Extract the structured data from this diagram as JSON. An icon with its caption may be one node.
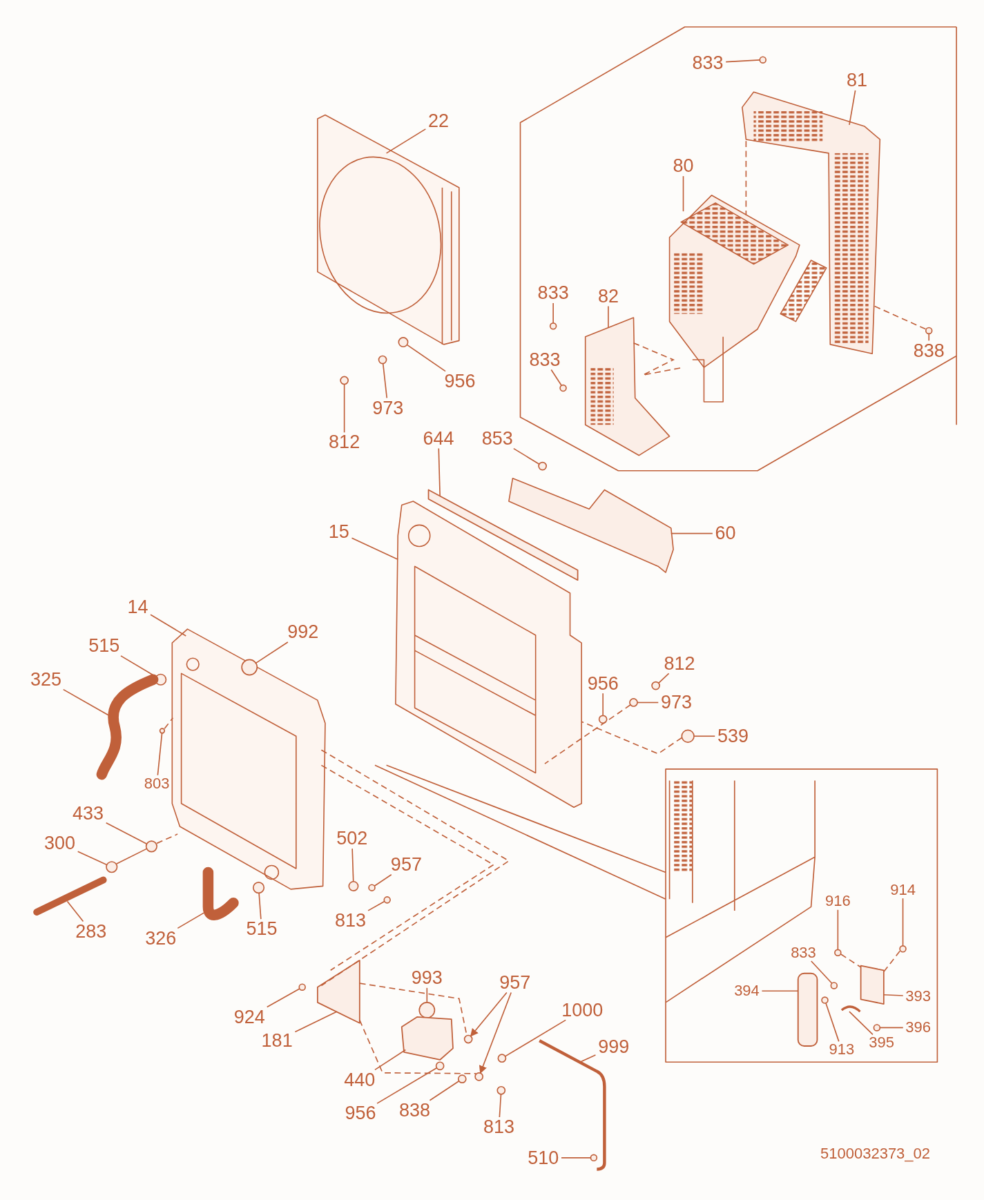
{
  "diagram": {
    "nodes": [
      {
        "text": [
          "833"
        ]
      },
      {
        "text": [
          "81"
        ]
      },
      {
        "text": [
          "80"
        ]
      },
      {
        "text": [
          "833"
        ]
      },
      {
        "text": [
          "82"
        ]
      },
      {
        "text": [
          "833"
        ]
      },
      {
        "text": [
          "838"
        ]
      },
      {
        "text": [
          "22"
        ]
      },
      {
        "text": [
          "956"
        ]
      },
      {
        "text": [
          "973"
        ]
      },
      {
        "text": [
          "812"
        ]
      },
      {
        "text": [
          "644"
        ]
      },
      {
        "text": [
          "853"
        ]
      },
      {
        "text": [
          "60"
        ]
      },
      {
        "text": [
          "15"
        ]
      },
      {
        "text": [
          "14"
        ]
      },
      {
        "text": [
          "992"
        ]
      },
      {
        "text": [
          "515"
        ]
      },
      {
        "text": [
          "325"
        ]
      },
      {
        "text": [
          "803"
        ]
      },
      {
        "text": [
          "956"
        ]
      },
      {
        "text": [
          "812"
        ]
      },
      {
        "text": [
          "973"
        ]
      },
      {
        "text": [
          "539"
        ]
      },
      {
        "text": [
          "433"
        ]
      },
      {
        "text": [
          "300"
        ]
      },
      {
        "text": [
          "502"
        ]
      },
      {
        "text": [
          "957"
        ]
      },
      {
        "text": [
          "813"
        ]
      },
      {
        "text": [
          "283"
        ]
      },
      {
        "text": [
          "326"
        ]
      },
      {
        "text": [
          "515"
        ]
      },
      {
        "text": [
          "993"
        ]
      },
      {
        "text": [
          "957"
        ]
      },
      {
        "text": [
          "1000"
        ]
      },
      {
        "text": [
          "924"
        ]
      },
      {
        "text": [
          "181"
        ]
      },
      {
        "text": [
          "999"
        ]
      },
      {
        "text": [
          "440"
        ]
      },
      {
        "text": [
          "956"
        ]
      },
      {
        "text": [
          "838"
        ]
      },
      {
        "text": [
          "813"
        ]
      },
      {
        "text": [
          "510"
        ]
      },
      {
        "text": [
          "916"
        ]
      },
      {
        "text": [
          "914"
        ]
      },
      {
        "text": [
          "833"
        ]
      },
      {
        "text": [
          "394"
        ]
      },
      {
        "text": [
          "393"
        ]
      },
      {
        "text": [
          "396"
        ]
      },
      {
        "text": [
          "395"
        ]
      },
      {
        "text": [
          "913"
        ]
      },
      {
        "text": [],
        "shape": "circle"
      },
      {
        "text": [],
        "shape": "picture"
      },
      {
        "text": [],
        "shape": "picture"
      },
      {
        "text": [],
        "shape": "circle"
      },
      {
        "text": [],
        "shape": "picture"
      },
      {
        "text": [],
        "shape": "circle"
      },
      {
        "text": [],
        "shape": "circle"
      },
      {
        "text": [],
        "shape": "picture"
      },
      {
        "text": [],
        "shape": "circle"
      },
      {
        "text": [],
        "shape": "circle"
      },
      {
        "text": [],
        "shape": "circle"
      },
      {
        "text": [],
        "shape": "box"
      },
      {
        "text": [],
        "shape": "circle"
      },
      {
        "text": [],
        "shape": "picture"
      },
      {
        "text": [],
        "shape": "picture"
      },
      {
        "text": [],
        "shape": "picture"
      },
      {
        "text": [],
        "shape": "circle",
        "in": 66
      },
      {
        "text": [],
        "shape": "circle"
      },
      {
        "text": [],
        "shape": "picture"
      },
      {
        "text": [],
        "shape": "circle"
      },
      {
        "text": [],
        "shape": "circle"
      },
      {
        "text": [],
        "shape": "circle"
      },
      {
        "text": [],
        "shape": "circle"
      },
      {
        "text": [],
        "shape": "circle"
      },
      {
        "text": [],
        "shape": "circle"
      },
      {
        "text": [],
        "shape": "circle"
      },
      {
        "text": [],
        "shape": "circle"
      },
      {
        "text": [],
        "shape": "circle"
      },
      {
        "text": [],
        "shape": "circle"
      },
      {
        "text": [],
        "shape": "picture"
      },
      {
        "text": [],
        "shape": "picture"
      },
      {
        "text": [],
        "shape": "circle"
      },
      {
        "text": [],
        "shape": "circle"
      },
      {
        "text": [],
        "shape": "circle"
      },
      {
        "text": [],
        "shape": "circle"
      },
      {
        "text": [],
        "shape": "circle"
      },
      {
        "text": [],
        "shape": "circle"
      },
      {
        "text": [],
        "shape": "box"
      },
      {
        "text": [],
        "shape": "picture"
      },
      {
        "text": [],
        "shape": "box"
      },
      {
        "text": [],
        "shape": "circle"
      },
      {
        "text": [],
        "shape": "circle"
      },
      {
        "text": [],
        "shape": "circle"
      },
      {
        "text": [],
        "shape": "circle",
        "in": 89
      },
      {
        "text": [],
        "shape": "circle"
      },
      {
        "text": [],
        "shape": "circle"
      },
      {
        "text": [],
        "shape": "circle"
      },
      {
        "text": [],
        "shape": "cylinder"
      },
      {
        "text": [],
        "shape": "box"
      },
      {
        "text": [],
        "shape": "circle"
      },
      {
        "text": [],
        "shape": "picture"
      },
      {
        "text": [],
        "shape": "circle"
      }
    ],
    "edges": [
      {
        "from": 0,
        "to": 51,
        "arrow": "none"
      },
      {
        "from": 1,
        "to": 52,
        "arrow": "none"
      },
      {
        "from": 2,
        "to": 53,
        "arrow": "none"
      },
      {
        "from": 3,
        "to": 54,
        "arrow": "none"
      },
      {
        "from": 4,
        "to": 55,
        "arrow": "none"
      },
      {
        "from": 5,
        "to": 56,
        "arrow": "none"
      },
      {
        "from": 6,
        "to": 57,
        "arrow": "none"
      },
      {
        "from": 7,
        "to": 58,
        "arrow": "none"
      },
      {
        "from": 8,
        "to": 59,
        "arrow": "none"
      },
      {
        "from": 9,
        "to": 60,
        "arrow": "none"
      },
      {
        "from": 10,
        "to": 61,
        "arrow": "none"
      },
      {
        "from": 11,
        "to": 62,
        "arrow": "none"
      },
      {
        "from": 12,
        "to": 63,
        "arrow": "none"
      },
      {
        "from": 13,
        "to": 64,
        "arrow": "none"
      },
      {
        "from": 14,
        "to": 65,
        "arrow": "none"
      },
      {
        "from": 15,
        "to": 66,
        "arrow": "none"
      },
      {
        "from": 16,
        "to": 67,
        "arrow": "none"
      },
      {
        "from": 17,
        "to": 68,
        "arrow": "none"
      },
      {
        "from": 18,
        "to": 69,
        "arrow": "none"
      },
      {
        "from": 19,
        "to": 70,
        "arrow": "none"
      },
      {
        "from": 20,
        "to": 71,
        "arrow": "none"
      },
      {
        "from": 21,
        "to": 72,
        "arrow": "none"
      },
      {
        "from": 22,
        "to": 73,
        "arrow": "none"
      },
      {
        "from": 23,
        "to": 74,
        "arrow": "none"
      },
      {
        "from": 24,
        "to": 75,
        "arrow": "none"
      },
      {
        "from": 25,
        "to": 76,
        "arrow": "none"
      },
      {
        "from": 26,
        "to": 77,
        "arrow": "none"
      },
      {
        "from": 27,
        "to": 78,
        "arrow": "none"
      },
      {
        "from": 28,
        "to": 79,
        "arrow": "none"
      },
      {
        "from": 29,
        "to": 80,
        "arrow": "none"
      },
      {
        "from": 30,
        "to": 81,
        "arrow": "none"
      },
      {
        "from": 31,
        "to": 82,
        "arrow": "none"
      },
      {
        "from": 32,
        "to": 83,
        "arrow": "none"
      },
      {
        "from": 33,
        "to": 84,
        "arrow": "to"
      },
      {
        "from": 33,
        "to": 85,
        "arrow": "to"
      },
      {
        "from": 34,
        "to": 86,
        "arrow": "none"
      },
      {
        "from": 35,
        "to": 87,
        "arrow": "none"
      },
      {
        "from": 36,
        "to": 88,
        "arrow": "none"
      },
      {
        "from": 37,
        "to": 89,
        "arrow": "none"
      },
      {
        "from": 38,
        "to": 90,
        "arrow": "none"
      },
      {
        "from": 39,
        "to": 91,
        "arrow": "none"
      },
      {
        "from": 40,
        "to": 92,
        "arrow": "none"
      },
      {
        "from": 41,
        "to": 93,
        "arrow": "none"
      },
      {
        "from": 42,
        "to": 94,
        "arrow": "none"
      },
      {
        "from": 43,
        "to": 95,
        "arrow": "none"
      },
      {
        "from": 44,
        "to": 96,
        "arrow": "none"
      },
      {
        "from": 45,
        "to": 97,
        "arrow": "none"
      },
      {
        "from": 46,
        "to": 98,
        "arrow": "none"
      },
      {
        "from": 47,
        "to": 99,
        "arrow": "none"
      },
      {
        "from": 48,
        "to": 100,
        "arrow": "none"
      },
      {
        "from": 49,
        "to": 101,
        "arrow": "none"
      },
      {
        "from": 50,
        "to": 102,
        "arrow": "none"
      },
      {
        "from": 75,
        "to": 66,
        "arrow": "none",
        "style": "dashed"
      },
      {
        "from": 76,
        "to": 75,
        "arrow": "none"
      },
      {
        "from": 70,
        "to": 66,
        "arrow": "none",
        "style": "dashed"
      },
      {
        "from": 73,
        "to": 65,
        "arrow": "none",
        "style": "dashed"
      },
      {
        "from": 74,
        "to": 65,
        "arrow": "none",
        "style": "dashed"
      },
      {
        "from": 66,
        "to": 88,
        "arrow": "none",
        "style": "dashed"
      },
      {
        "from": 66,
        "to": 88,
        "arrow": "none",
        "style": "dashed"
      },
      {
        "from": 88,
        "to": 84,
        "arrow": "none",
        "style": "dashed"
      },
      {
        "from": 88,
        "to": 85,
        "arrow": "none",
        "style": "dashed"
      },
      {
        "from": 55,
        "to": 53,
        "arrow": "none",
        "style": "dashed"
      },
      {
        "from": 52,
        "to": 57,
        "arrow": "none",
        "style": "dashed"
      },
      {
        "from": 52,
        "to": 53,
        "arrow": "none",
        "style": "dashed"
      },
      {
        "from": 95,
        "to": 99,
        "arrow": "none",
        "style": "dashed"
      },
      {
        "from": 96,
        "to": 99,
        "arrow": "none",
        "style": "dashed"
      }
    ],
    "labels": [
      "5100032373_02"
    ]
  }
}
